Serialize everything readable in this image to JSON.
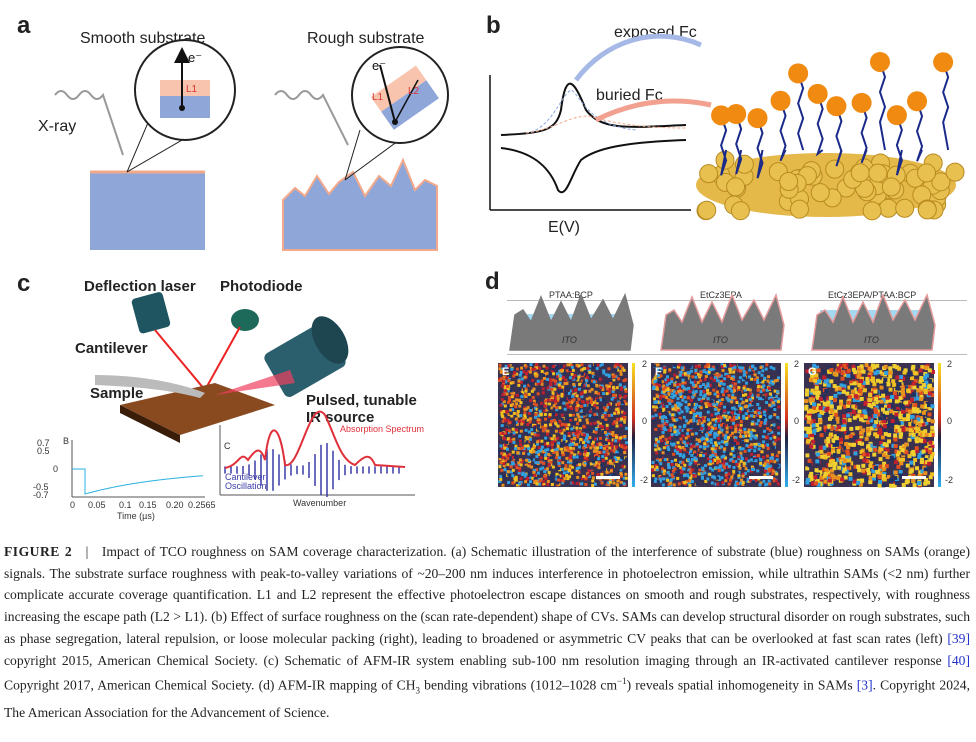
{
  "panel_a": {
    "label": "a",
    "smooth_title": "Smooth substrate",
    "rough_title": "Rough substrate",
    "xray": "X-ray",
    "electron": "e⁻",
    "l1": "L1",
    "l2": "L2"
  },
  "panel_b": {
    "label": "b",
    "exposed": "exposed Fc",
    "buried": "buried Fc",
    "xaxis": "E(V)"
  },
  "panel_c": {
    "label": "c",
    "deflection_laser": "Deflection laser",
    "photodiode": "Photodiode",
    "cantilever": "Cantilever",
    "sample": "Sample",
    "ir_source_1": "Pulsed, tunable",
    "ir_source_2": "IR source",
    "inset_b": {
      "tag": "B",
      "yticks": [
        "0.7",
        "0.5",
        "0",
        "-0.5",
        "-0.7"
      ],
      "xticks": [
        "0",
        "0.05",
        "0.1",
        "0.15",
        "0.20",
        "0.2565"
      ],
      "xlabel": "Time (µs)"
    },
    "inset_c": {
      "tag": "C",
      "absorption": "Absorption Spectrum",
      "osc_1": "Cantilever",
      "osc_2": "Oscillation",
      "xlabel": "Wavenumber"
    }
  },
  "panel_d": {
    "label": "d",
    "schemes": [
      {
        "title": "PTAA:BCP",
        "substrate": "ITO"
      },
      {
        "title": "EtCz3EPA",
        "substrate": "ITO"
      },
      {
        "title": "EtCz3EPA/PTAA:BCP",
        "substrate": "ITO"
      }
    ],
    "maps": [
      {
        "tag": "E"
      },
      {
        "tag": "F"
      },
      {
        "tag": "G"
      }
    ],
    "colorbar": {
      "max": "2",
      "mid": "0",
      "min": "-2"
    }
  },
  "caption": {
    "figure": "FIGURE 2",
    "sep": "|",
    "t1": "Impact of TCO roughness on SAM coverage characterization. (a) Schematic illustration of the interference of substrate (blue) roughness on SAMs (orange) signals. The substrate surface roughness with peak-to-valley variations of ~20–200 nm induces interference in photoelectron emission, while ultrathin SAMs (<2 nm) further complicate accurate coverage quantification. L1 and L2 represent the effective photoelectron escape distances on smooth and rough substrates, respectively, with roughness increasing the escape path (L2 > L1). (b) Effect of surface roughness on the (scan rate-dependent) shape of CVs. SAMs can develop structural disorder on rough substrates, such as phase segregation, lateral repulsion, or loose molecular packing (right), leading to broadened or asymmetric CV peaks that can be overlooked at fast scan rates (left) ",
    "ref1": "[39]",
    "t2": " copyright 2015, American Chemical Society. (c) Schematic of AFM-IR system enabling sub-100 nm resolution imaging through an IR-activated cantilever response ",
    "ref2": "[40]",
    "t3": " Copyright 2017, American Chemical Society. (d) AFM-IR mapping of CH",
    "sub3": "3",
    "t4": " bending vibrations (1012–1028 cm",
    "sup": "−1",
    "t5": ") reveals spatial inhomogeneity in SAMs ",
    "ref3": "[3]",
    "t6": ". Copyright 2024, The American Association for the Advancement of Science."
  },
  "colors": {
    "substrate": "#8fa6d9",
    "sam": "#f2a98a",
    "ir": "#e0303a",
    "signal": "#2ab0e0",
    "link": "#2233cc"
  }
}
